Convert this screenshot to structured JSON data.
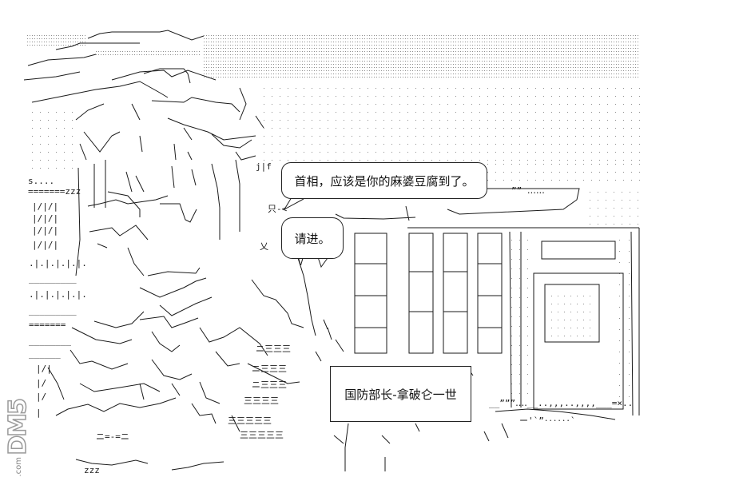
{
  "dialogue": {
    "line_1": "首相，应该是你的麻婆豆腐到了。",
    "line_2": "请进。"
  },
  "caption": "国防部长-拿破仑一世",
  "watermark": {
    "logo": "DM5",
    "domain": ".com"
  },
  "colors": {
    "ink": "#1a1a1a",
    "dots": "#8c8c8c",
    "background": "#ffffff",
    "watermark": "#9a9a9a"
  }
}
